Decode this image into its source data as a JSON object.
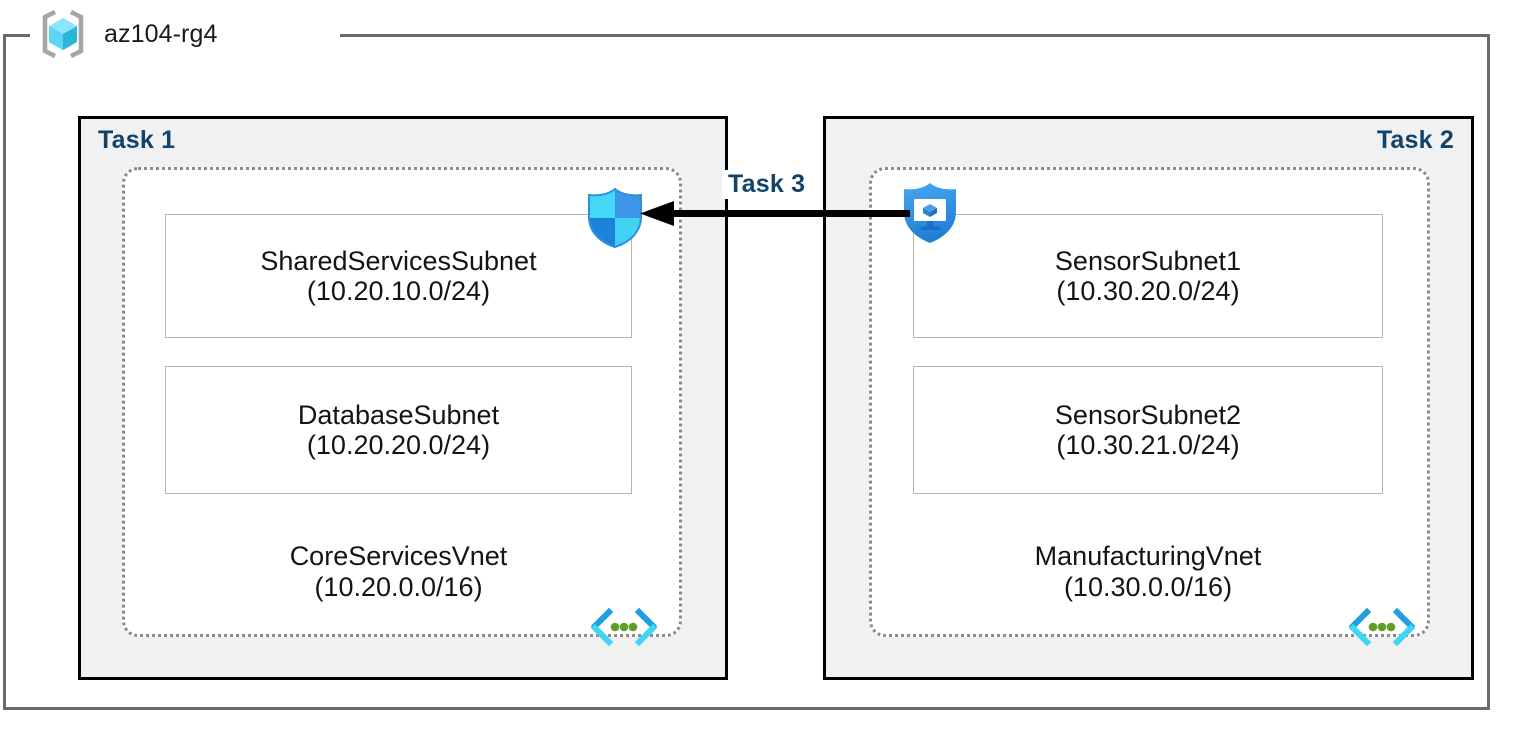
{
  "resource_group": {
    "name": "az104-rg4",
    "icon": "azure-resource-group-cube-icon"
  },
  "colors": {
    "task_label": "#12436b",
    "task_box_fill": "#f1f1f1",
    "task_box_border": "#000000",
    "rg_frame_border": "#6a6a6a",
    "vnet_dotted_border": "#8a8a8a",
    "subnet_border": "#b5b5b5",
    "arrow": "#000000",
    "icon_blue": "#1b8ade",
    "icon_cyan": "#41d6f5",
    "icon_green": "#5e9e25"
  },
  "tasks": [
    {
      "id": "task-1",
      "label": "Task 1",
      "align": "left"
    },
    {
      "id": "task-2",
      "label": "Task 2",
      "align": "right"
    },
    {
      "id": "task-3",
      "label": "Task 3",
      "align": "center"
    }
  ],
  "vnets": [
    {
      "id": "core-services-vnet",
      "name": "CoreServicesVnet",
      "cidr": "(10.20.0.0/16)",
      "icon": "vnet-icon",
      "subnets": [
        {
          "name": "SharedServicesSubnet",
          "cidr": "(10.20.10.0/24)"
        },
        {
          "name": "DatabaseSubnet",
          "cidr": "(10.20.20.0/24)"
        }
      ]
    },
    {
      "id": "manufacturing-vnet",
      "name": "ManufacturingVnet",
      "cidr": "(10.30.0.0/16)",
      "icon": "vnet-icon",
      "subnets": [
        {
          "name": "SensorSubnet1",
          "cidr": "(10.30.20.0/24)"
        },
        {
          "name": "SensorSubnet2",
          "cidr": "(10.30.21.0/24)"
        }
      ]
    }
  ],
  "icons": {
    "firewall": "shield-quadrant-icon",
    "defender": "shield-monitor-icon",
    "arrow": "arrow-left-icon"
  }
}
